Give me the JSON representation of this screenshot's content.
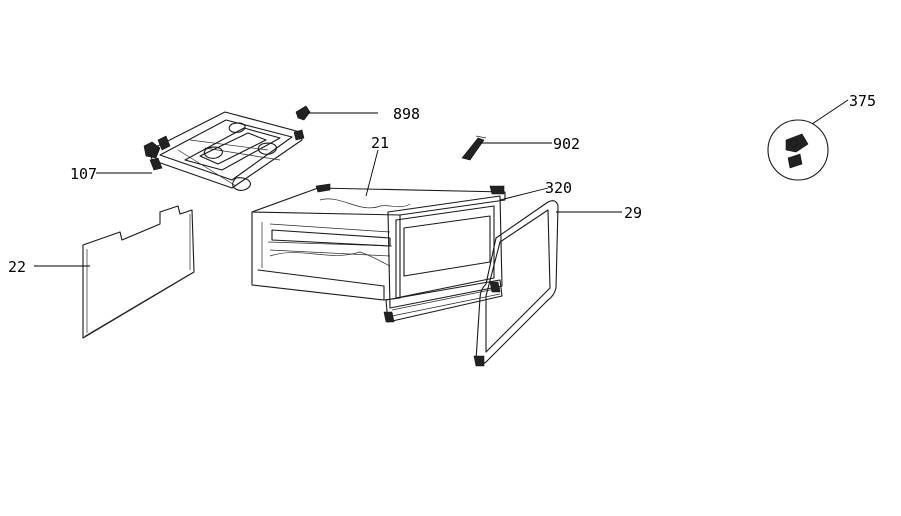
{
  "callouts": {
    "c898": "898",
    "c21": "21",
    "c902": "902",
    "c107": "107",
    "c320": "320",
    "c29": "29",
    "c22": "22",
    "c375": "375"
  }
}
